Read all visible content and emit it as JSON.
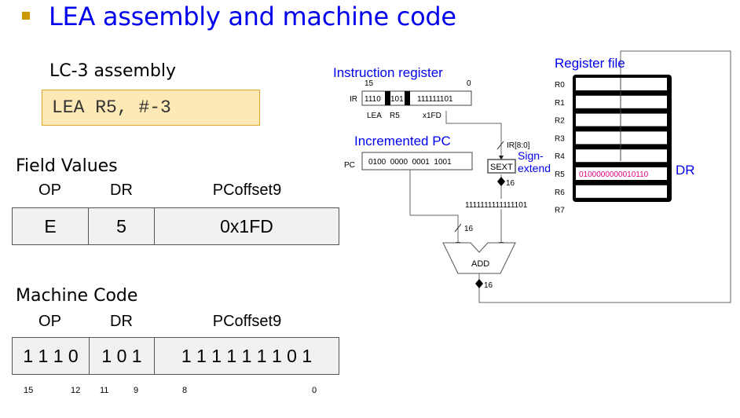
{
  "slide": {
    "title": "LEA assembly and machine code",
    "accent_color": "#0000ee",
    "bullet_color": "#cc9900"
  },
  "assembly": {
    "heading": "LC-3 assembly",
    "code": "LEA R5, #-3"
  },
  "field_values": {
    "heading": "Field Values",
    "columns": [
      "OP",
      "DR",
      "PCoffset9"
    ],
    "values": [
      "E",
      "5",
      "0x1FD"
    ]
  },
  "machine_code": {
    "heading": "Machine Code",
    "columns": [
      "OP",
      "DR",
      "PCoffset9"
    ],
    "values": [
      "1 1 1 0",
      "1 0 1",
      "1 1 1 1 1 1 1 0 1"
    ],
    "bit_numbers": [
      "15",
      "12",
      "11",
      "9",
      "8",
      "0"
    ]
  },
  "datapath": {
    "ir": {
      "heading": "Instruction register",
      "label": "IR",
      "bit_high": "15",
      "bit_low": "0",
      "fields": [
        "1110",
        "101",
        "111111101"
      ],
      "field_labels": [
        "LEA",
        "R5",
        "x1FD"
      ]
    },
    "pc": {
      "heading": "Incremented PC",
      "label": "PC",
      "value": "0100  0000  0001  1001"
    },
    "sext": {
      "label": "SEXT",
      "input_label": "IR[8:0]",
      "caption": "Sign-extend",
      "caption_line1": "Sign-",
      "caption_line2": "extend",
      "width_label": "16",
      "output_value": "1111111111111101"
    },
    "adder": {
      "label": "ADD",
      "input_width": "16",
      "output_width": "16"
    },
    "register_file": {
      "heading": "Register file",
      "registers": [
        {
          "name": "R0",
          "value": ""
        },
        {
          "name": "R1",
          "value": ""
        },
        {
          "name": "R2",
          "value": ""
        },
        {
          "name": "R3",
          "value": ""
        },
        {
          "name": "R4",
          "value": ""
        },
        {
          "name": "R5",
          "value": "0100000000010110"
        },
        {
          "name": "R6",
          "value": ""
        },
        {
          "name": "R7",
          "value": ""
        }
      ],
      "dest_label": "DR",
      "value_color": "#e6007e"
    }
  }
}
